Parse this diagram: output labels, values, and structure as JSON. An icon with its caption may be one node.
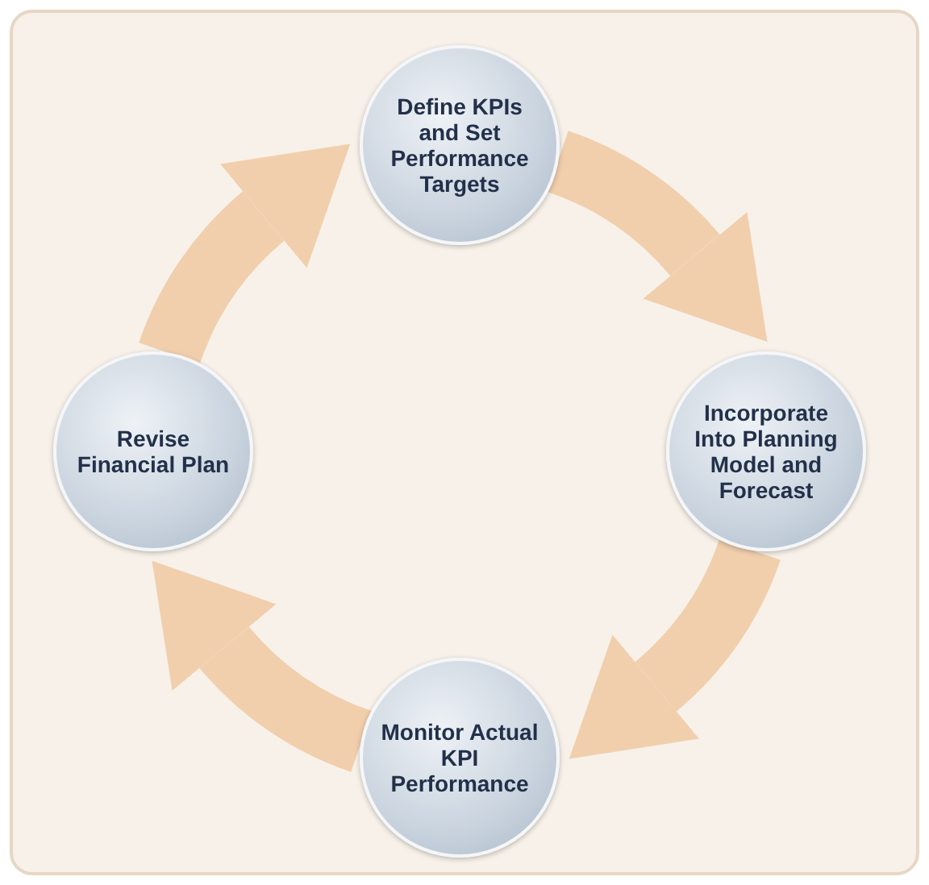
{
  "diagram": {
    "nodes": [
      {
        "text": [
          "Define KPIs and Set Performance Targets"
        ]
      },
      {
        "text": [
          "Incorporate Into Planning Model and Forecast"
        ]
      },
      {
        "text": [
          "Monitor Actual KPI Performance"
        ]
      },
      {
        "text": [
          "Revise Financial Plan"
        ]
      }
    ],
    "edges": [
      {
        "from": 0,
        "to": 1,
        "arrow": "to"
      },
      {
        "from": 1,
        "to": 2,
        "arrow": "to"
      },
      {
        "from": 2,
        "to": 3,
        "arrow": "to"
      },
      {
        "from": 3,
        "to": 0,
        "arrow": "to"
      }
    ]
  }
}
